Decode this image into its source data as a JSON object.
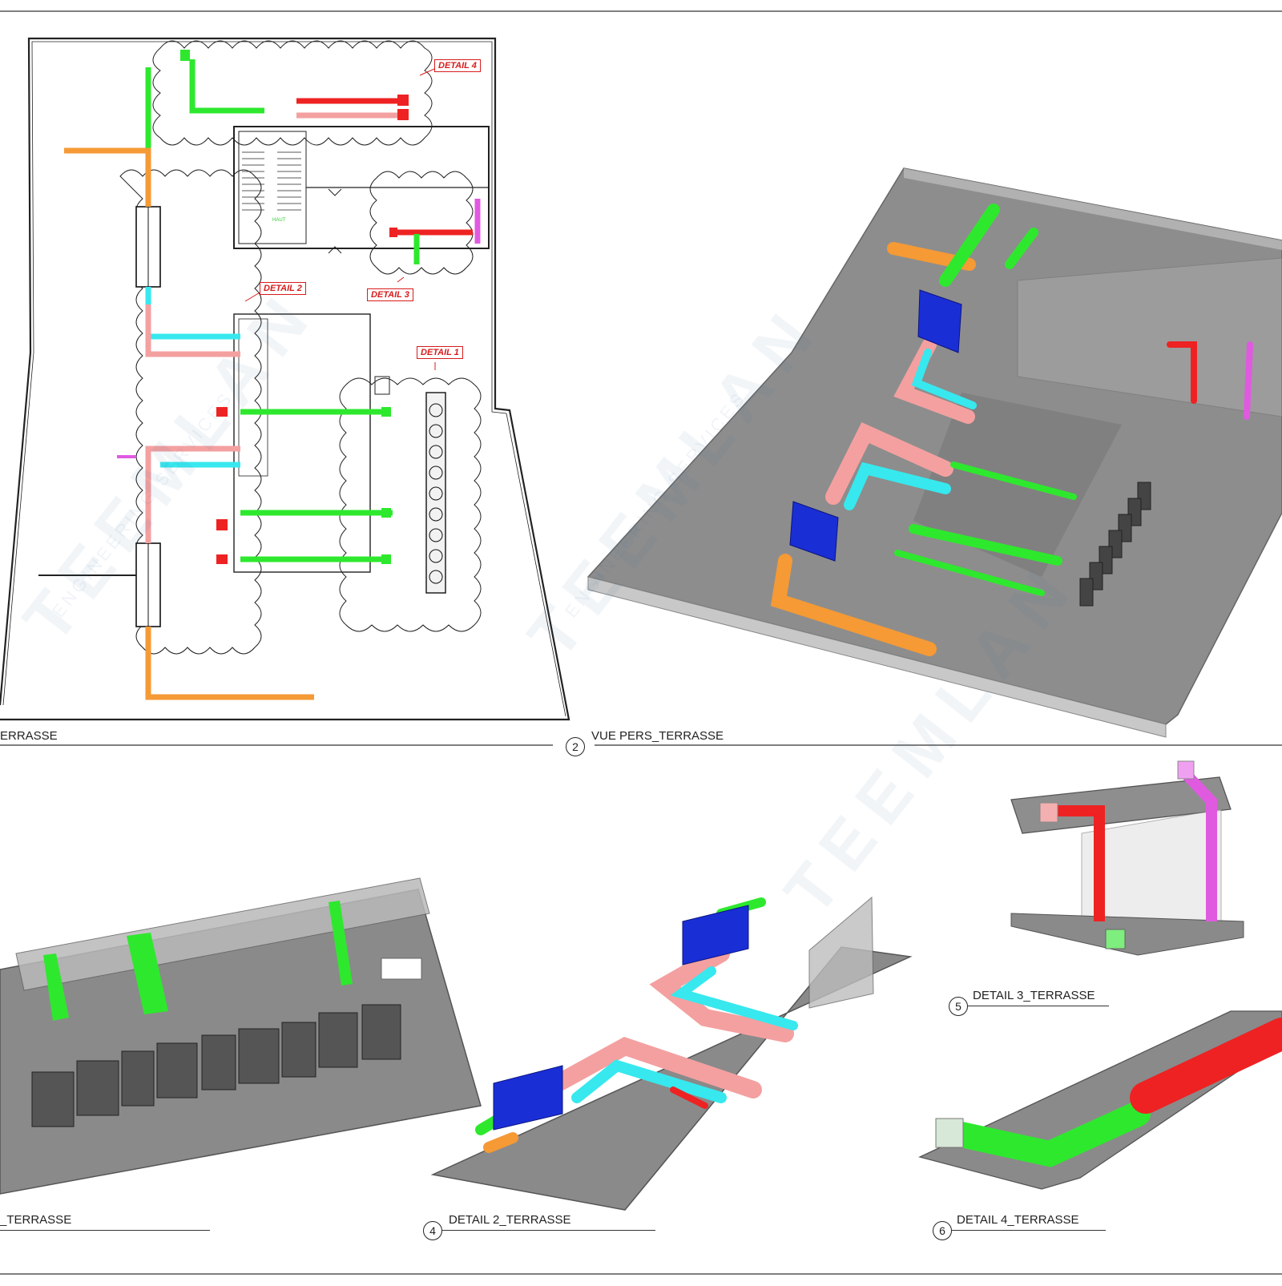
{
  "views": {
    "plan": {
      "label": "ERRASSE"
    },
    "perspective": {
      "number": "2",
      "label": "VUE PERS_TERRASSE"
    },
    "detail1": {
      "label": "_TERRASSE"
    },
    "detail2": {
      "number": "4",
      "label": "DETAIL 2_TERRASSE"
    },
    "detail3": {
      "number": "5",
      "label": "DETAIL 3_TERRASSE"
    },
    "detail4": {
      "number": "6",
      "label": "DETAIL 4_TERRASSE"
    }
  },
  "callouts": {
    "detail1": "DETAIL 1",
    "detail2": "DETAIL 2",
    "detail3": "DETAIL 3",
    "detail4": "DETAIL 4",
    "stair": "HAUT"
  },
  "watermark": {
    "brand": "TEEMLAN",
    "sub": "ENGINEERING SERVICES"
  },
  "colors": {
    "duct_supply": "#2ee82e",
    "duct_return": "#f4a0a0",
    "duct_extract": "#ee2222",
    "duct_fresh": "#37e8ee",
    "duct_outdoor": "#f59a35",
    "duct_special": "#e05ae0",
    "ahu": "#1a2ed6",
    "slab": "#8a8a8a",
    "tag": "#d81c1c"
  }
}
